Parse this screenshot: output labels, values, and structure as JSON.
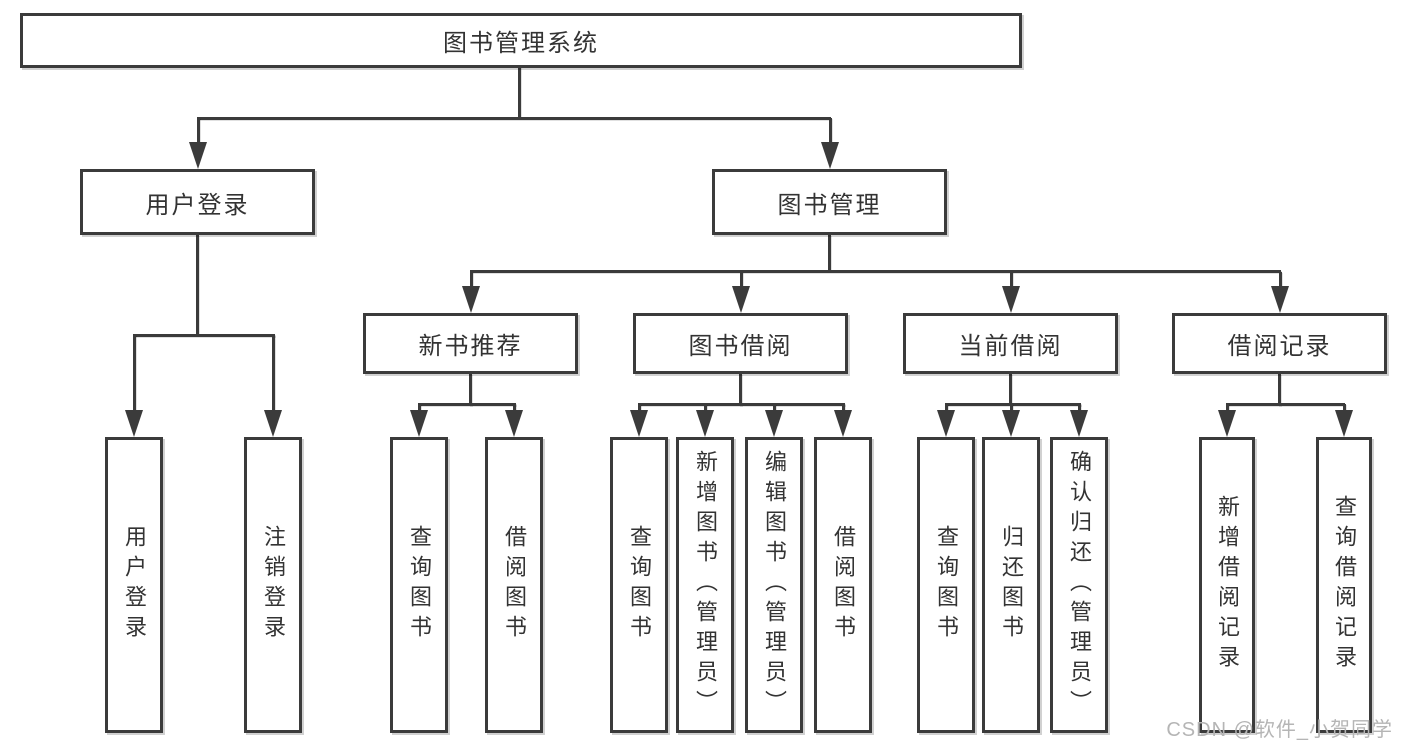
{
  "colors": {
    "line": "#3b3b3b",
    "text": "#333333",
    "watermark": "#b5b5b5",
    "background": "#ffffff"
  },
  "diagram": {
    "root": "图书管理系统",
    "level2": [
      "用户登录",
      "图书管理"
    ],
    "level3": [
      "新书推荐",
      "图书借阅",
      "当前借阅",
      "借阅记录"
    ],
    "leaves_user_login": [
      "用户登录",
      "注销登录"
    ],
    "leaves_new_book": [
      "查询图书",
      "借阅图书"
    ],
    "leaves_book_borrow": [
      "查询图书",
      "新增图书（管理员）",
      "编辑图书（管理员）",
      "借阅图书"
    ],
    "leaves_current_borrow": [
      "查询图书",
      "归还图书",
      "确认归还（管理员）"
    ],
    "leaves_borrow_records": [
      "新增借阅记录",
      "查询借阅记录"
    ]
  },
  "watermark": "CSDN @软件_小贺同学"
}
